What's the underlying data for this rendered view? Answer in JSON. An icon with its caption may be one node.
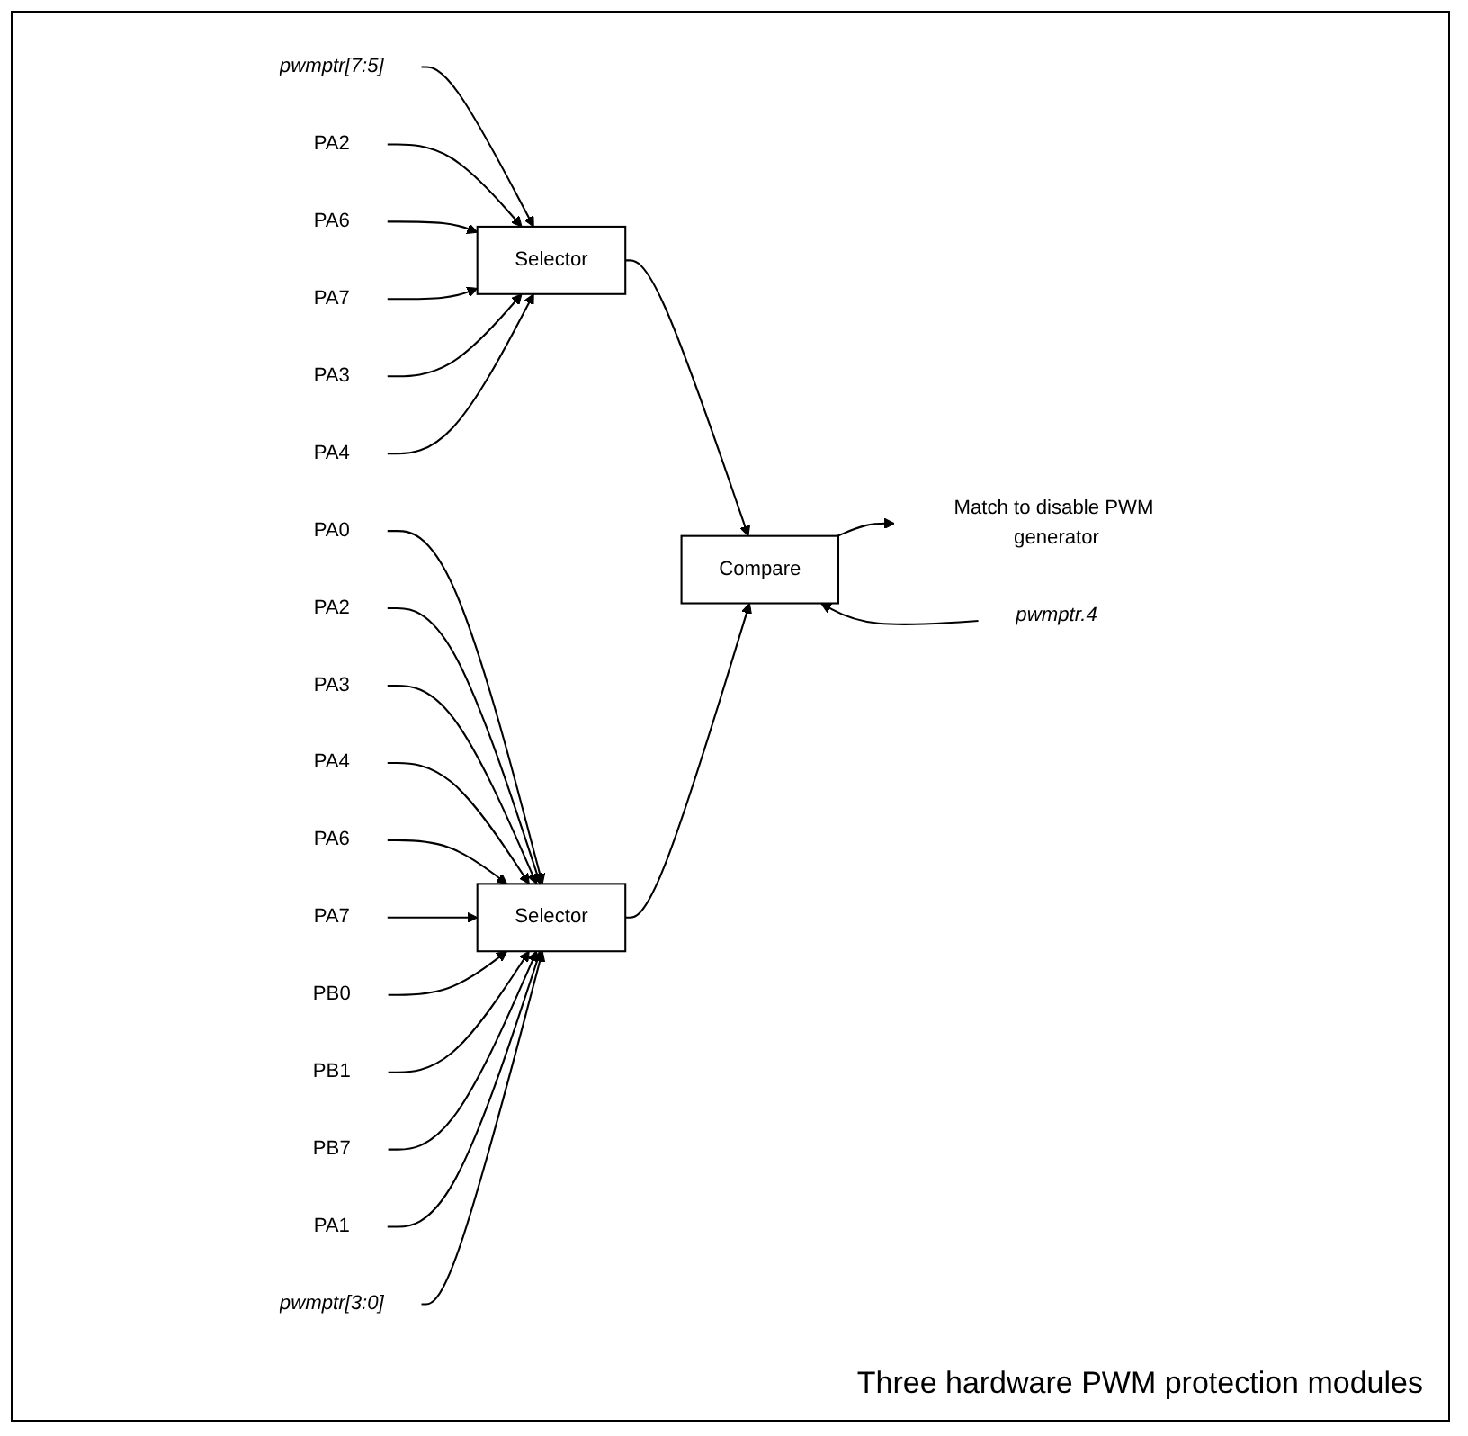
{
  "diagram": {
    "nodes": [
      {
        "text": [
          "pwmptr[7:5]"
        ]
      },
      {
        "text": [
          "Selector"
        ]
      },
      {
        "text": [
          "PA2"
        ]
      },
      {
        "text": [
          "PA6"
        ]
      },
      {
        "text": [
          "PA7"
        ]
      },
      {
        "text": [
          "PA3"
        ]
      },
      {
        "text": [
          "PA4"
        ]
      },
      {
        "text": [
          "Selector"
        ]
      },
      {
        "text": [
          "PA0"
        ]
      },
      {
        "text": [
          "PA2"
        ]
      },
      {
        "text": [
          "PA3"
        ]
      },
      {
        "text": [
          "PA4"
        ]
      },
      {
        "text": [
          "PA6"
        ]
      },
      {
        "text": [
          "PA7"
        ]
      },
      {
        "text": [
          "PB0"
        ]
      },
      {
        "text": [
          "PB1"
        ]
      },
      {
        "text": [
          "PB7"
        ]
      },
      {
        "text": [
          "PA1"
        ]
      },
      {
        "text": [
          "Compare"
        ]
      },
      {
        "text": [
          "Match to disable PWM generator"
        ]
      },
      {
        "text": [
          "pwmptr.4"
        ]
      },
      {
        "text": [
          "pwmptr[3:0]"
        ]
      }
    ],
    "edges": [
      {
        "from": 0,
        "to": 1,
        "arrow": "to"
      },
      {
        "from": 2,
        "to": 1,
        "arrow": "to"
      },
      {
        "from": 3,
        "to": 1,
        "arrow": "to"
      },
      {
        "from": 4,
        "to": 1,
        "arrow": "to"
      },
      {
        "from": 5,
        "to": 1,
        "arrow": "to"
      },
      {
        "from": 6,
        "to": 1,
        "arrow": "to"
      },
      {
        "from": 8,
        "to": 7,
        "arrow": "to"
      },
      {
        "from": 9,
        "to": 7,
        "arrow": "to"
      },
      {
        "from": 10,
        "to": 7,
        "arrow": "to"
      },
      {
        "from": 11,
        "to": 7,
        "arrow": "to"
      },
      {
        "from": 12,
        "to": 7,
        "arrow": "to"
      },
      {
        "from": 13,
        "to": 7,
        "arrow": "to"
      },
      {
        "from": 14,
        "to": 7,
        "arrow": "to"
      },
      {
        "from": 15,
        "to": 7,
        "arrow": "to"
      },
      {
        "from": 16,
        "to": 7,
        "arrow": "to"
      },
      {
        "from": 17,
        "to": 7,
        "arrow": "to"
      },
      {
        "from": 21,
        "to": 7,
        "arrow": "to"
      },
      {
        "from": 1,
        "to": 18,
        "arrow": "to"
      },
      {
        "from": 7,
        "to": 18,
        "arrow": "to"
      },
      {
        "from": 20,
        "to": 18,
        "arrow": "to"
      },
      {
        "from": 18,
        "to": 19,
        "arrow": "to"
      }
    ],
    "labels": [
      "Three hardware PWM protection modules"
    ]
  }
}
